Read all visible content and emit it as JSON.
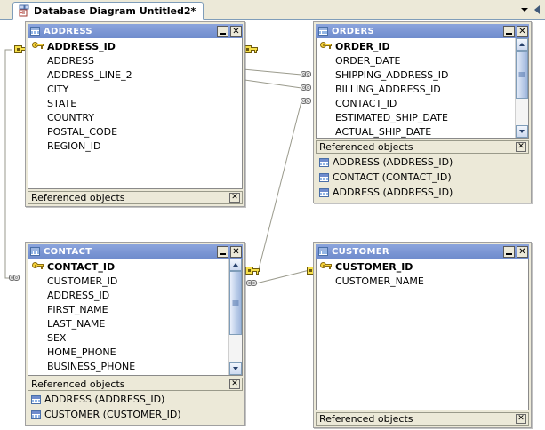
{
  "tab": {
    "title": "Database Diagram Untitled2*",
    "icon": "diagram-icon",
    "dropdown_icon": "chevron-down-icon",
    "scroll_icon": "triangle-left-icon"
  },
  "common": {
    "referenced_objects_label": "Referenced objects",
    "close_glyph": "x",
    "minimize_name": "minimize-button",
    "close_name": "close-button"
  },
  "colors": {
    "titlebar": "#7b96d4",
    "panel": "#ece9d8",
    "canvas": "#ffffff",
    "connector": "#9a9a8c",
    "key": "#f5d23a"
  },
  "tables": [
    {
      "name": "ADDRESS",
      "columns": [
        {
          "name": "ADDRESS_ID",
          "pk": true
        },
        {
          "name": "ADDRESS",
          "pk": false
        },
        {
          "name": "ADDRESS_LINE_2",
          "pk": false
        },
        {
          "name": "CITY",
          "pk": false
        },
        {
          "name": "STATE",
          "pk": false
        },
        {
          "name": "COUNTRY",
          "pk": false
        },
        {
          "name": "POSTAL_CODE",
          "pk": false
        },
        {
          "name": "REGION_ID",
          "pk": false
        }
      ],
      "scrollbar": false,
      "referenced_objects": []
    },
    {
      "name": "ORDERS",
      "columns": [
        {
          "name": "ORDER_ID",
          "pk": true
        },
        {
          "name": "ORDER_DATE",
          "pk": false
        },
        {
          "name": "SHIPPING_ADDRESS_ID",
          "pk": false
        },
        {
          "name": "BILLING_ADDRESS_ID",
          "pk": false
        },
        {
          "name": "CONTACT_ID",
          "pk": false
        },
        {
          "name": "ESTIMATED_SHIP_DATE",
          "pk": false
        },
        {
          "name": "ACTUAL_SHIP_DATE",
          "pk": false
        }
      ],
      "scrollbar": true,
      "referenced_objects": [
        "ADDRESS (ADDRESS_ID)",
        "CONTACT (CONTACT_ID)",
        "ADDRESS (ADDRESS_ID)"
      ]
    },
    {
      "name": "CONTACT",
      "columns": [
        {
          "name": "CONTACT_ID",
          "pk": true
        },
        {
          "name": "CUSTOMER_ID",
          "pk": false
        },
        {
          "name": "ADDRESS_ID",
          "pk": false
        },
        {
          "name": "FIRST_NAME",
          "pk": false
        },
        {
          "name": "LAST_NAME",
          "pk": false
        },
        {
          "name": "SEX",
          "pk": false
        },
        {
          "name": "HOME_PHONE",
          "pk": false
        },
        {
          "name": "BUSINESS_PHONE",
          "pk": false
        }
      ],
      "scrollbar": true,
      "referenced_objects": [
        "ADDRESS (ADDRESS_ID)",
        "CUSTOMER (CUSTOMER_ID)"
      ]
    },
    {
      "name": "CUSTOMER",
      "columns": [
        {
          "name": "CUSTOMER_ID",
          "pk": true
        },
        {
          "name": "CUSTOMER_NAME",
          "pk": false
        }
      ],
      "scrollbar": false,
      "referenced_objects": []
    }
  ]
}
